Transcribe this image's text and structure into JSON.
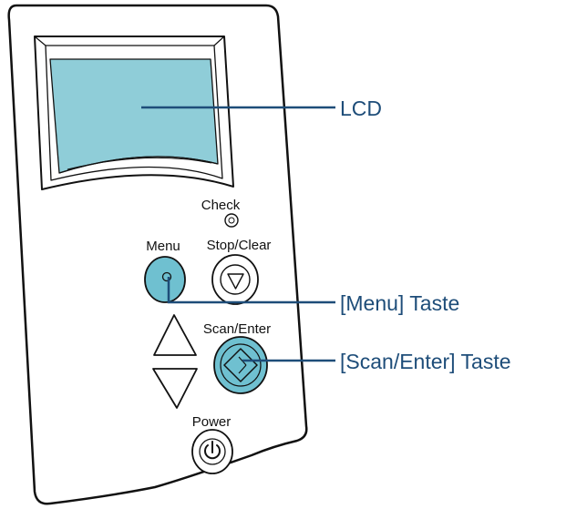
{
  "colors": {
    "lcd_fill": "#8fcdd8",
    "highlight_button": "#6fc0d0",
    "callout_line": "#1e4d79",
    "callout_text": "#1e4d79",
    "panel_stroke": "#111111"
  },
  "panel": {
    "check_label": "Check",
    "menu_label": "Menu",
    "stop_clear_label": "Stop/Clear",
    "scan_enter_label": "Scan/Enter",
    "power_label": "Power"
  },
  "callouts": {
    "lcd": "LCD",
    "menu_key": "[Menu] Taste",
    "scan_enter_key": "[Scan/Enter] Taste"
  },
  "icons": {
    "check_led": "check-led-icon",
    "stop_clear": "stop-clear-icon",
    "scan_enter": "scan-enter-icon",
    "arrow_up": "arrow-up-icon",
    "arrow_down": "arrow-down-icon",
    "power": "power-icon"
  }
}
